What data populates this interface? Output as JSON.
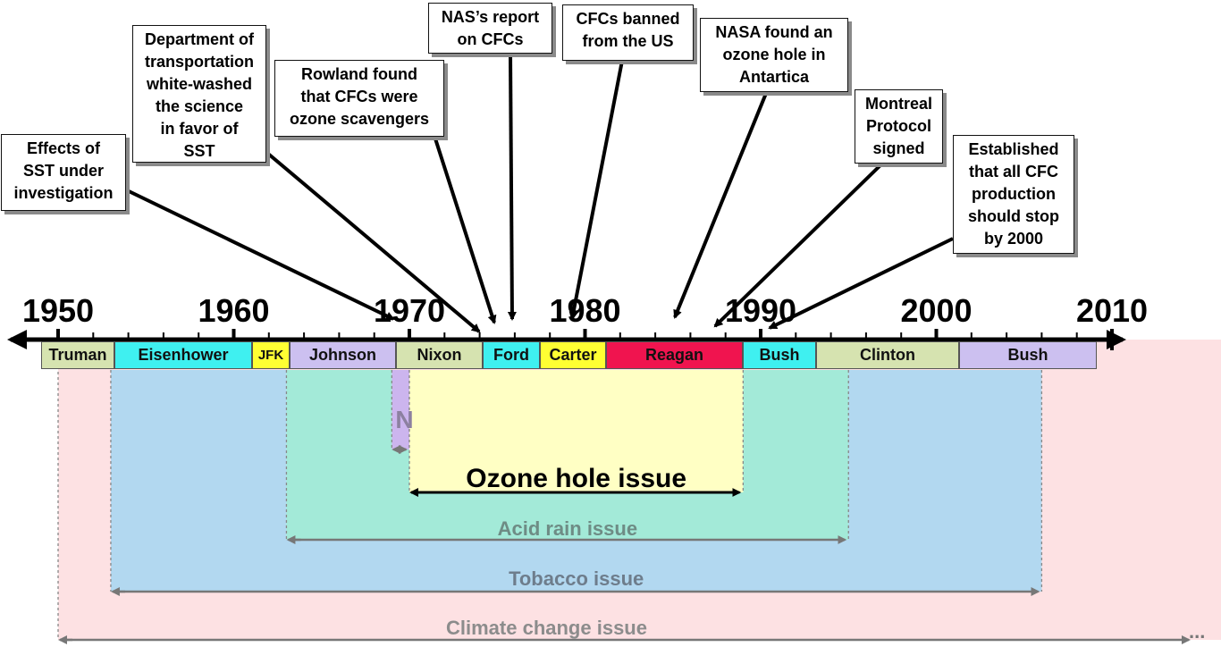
{
  "years": [
    {
      "label": "1950",
      "year": 1950
    },
    {
      "label": "1960",
      "year": 1960
    },
    {
      "label": "1970",
      "year": 1970
    },
    {
      "label": "1980",
      "year": 1980
    },
    {
      "label": "1990",
      "year": 1990
    },
    {
      "label": "2000",
      "year": 2000
    },
    {
      "label": "2010",
      "year": 2010
    }
  ],
  "presidents": [
    {
      "name": "Truman",
      "start": 1945,
      "end": 1953,
      "color": "#d6e3b0"
    },
    {
      "name": "Eisenhower",
      "start": 1953,
      "end": 1961,
      "color": "#3ff0f0"
    },
    {
      "name": "JFK",
      "start": 1961,
      "end": 1963,
      "color": "#ffff33"
    },
    {
      "name": "Johnson",
      "start": 1963,
      "end": 1969,
      "color": "#ccc0f0"
    },
    {
      "name": "Nixon",
      "start": 1969,
      "end": 1974,
      "color": "#d6e3b0"
    },
    {
      "name": "Ford",
      "start": 1974,
      "end": 1977,
      "color": "#3ff0f0"
    },
    {
      "name": "Carter",
      "start": 1977,
      "end": 1981,
      "color": "#ffff33"
    },
    {
      "name": "Reagan",
      "start": 1981,
      "end": 1989,
      "color": "#f0144f"
    },
    {
      "name": "Bush",
      "start": 1989,
      "end": 1993,
      "color": "#3ff0f0"
    },
    {
      "name": "Clinton",
      "start": 1993,
      "end": 2001,
      "color": "#d6e3b0"
    },
    {
      "name": "Bush",
      "start": 2001,
      "end": 2009,
      "color": "#ccc0f0"
    }
  ],
  "events": [
    {
      "text": "Effects of\nSST under\ninvestigation",
      "year": 1971
    },
    {
      "text": "Department of\ntransportation\nwhite-washed\nthe science\nin favor of\nSST",
      "year": 1973
    },
    {
      "text": "Rowland found\nthat CFCs were\nozone scavengers",
      "year": 1974
    },
    {
      "text": "NAS’s report\non CFCs",
      "year": 1975
    },
    {
      "text": "CFCs banned\nfrom the US",
      "year": 1978
    },
    {
      "text": "NASA found an\nozone hole in\nAntartica",
      "year": 1985
    },
    {
      "text": "Montreal\nProtocol\nsigned",
      "year": 1987
    },
    {
      "text": "Established\nthat all CFC\nproduction\nshould stop\nby 2000",
      "year": 1990
    }
  ],
  "issues": [
    {
      "label": "Climate change issue",
      "start": 1950,
      "end": 2014,
      "fill": "#fde1e3",
      "text_color": "#8c8c8c"
    },
    {
      "label": "Tobacco issue",
      "start": 1953,
      "end": 2006,
      "fill": "#b2d8f0",
      "text_color": "#6e7d8c"
    },
    {
      "label": "Acid rain issue",
      "start": 1963,
      "end": 1995,
      "fill": "#a3ead8",
      "text_color": "#6e8c85"
    },
    {
      "label": "N",
      "start": 1969,
      "end": 1970,
      "fill": "#ccb5ee",
      "text_color": "#8c80a0"
    },
    {
      "label": "Ozone hole issue",
      "start": 1970,
      "end": 1989,
      "fill": "#ffffc4",
      "text_color": "#000000"
    }
  ],
  "ellipsis": "..."
}
